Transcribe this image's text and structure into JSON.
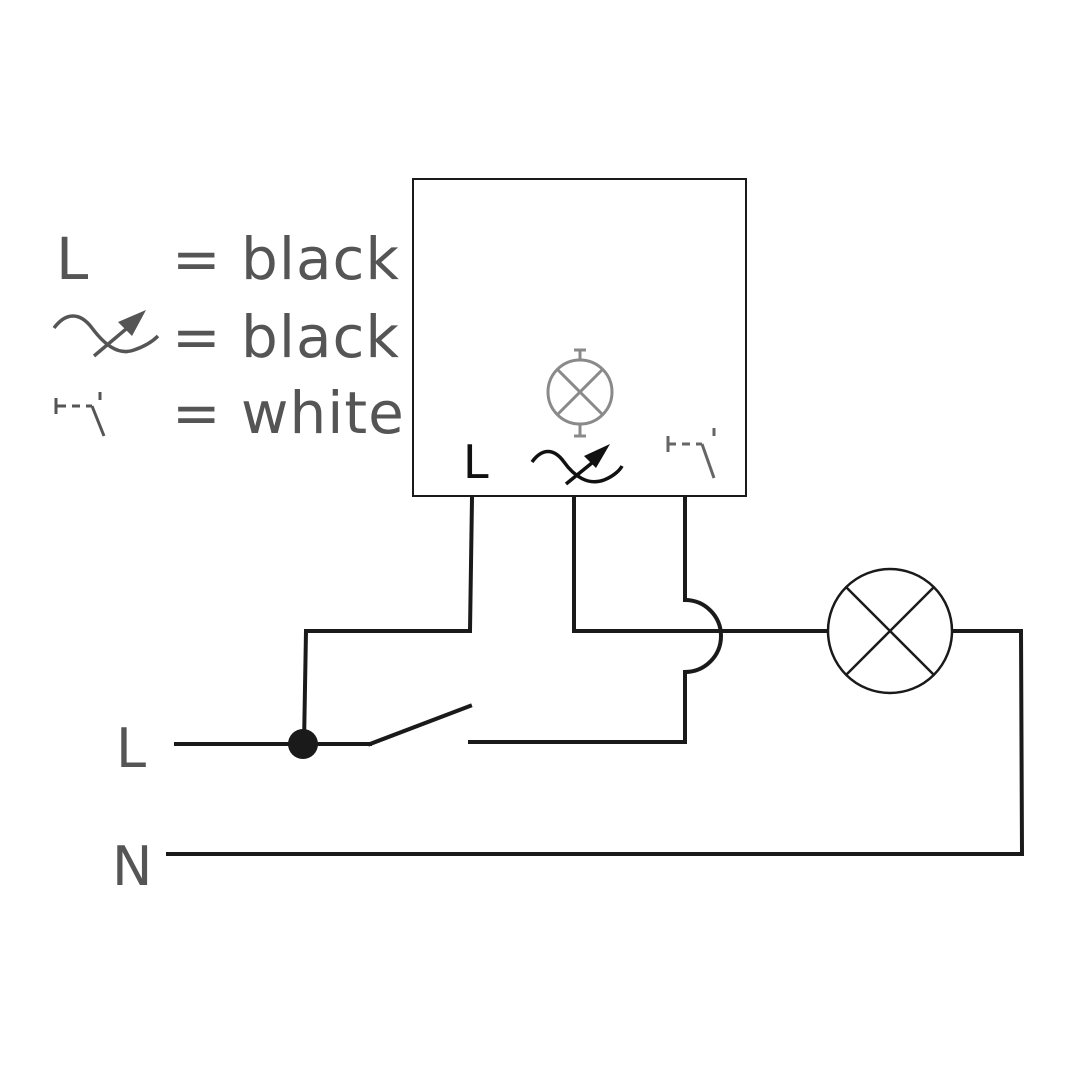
{
  "legend": {
    "rows": [
      {
        "symbol": "L",
        "icon": "line-letter",
        "value": "= black"
      },
      {
        "symbol": "",
        "icon": "dimmer-control-icon",
        "value": "= black"
      },
      {
        "symbol": "",
        "icon": "pushbutton-icon",
        "value": "= white"
      }
    ]
  },
  "device": {
    "terminals": [
      {
        "label": "L",
        "icon": "line-letter"
      },
      {
        "label": "",
        "icon": "dimmer-control-icon"
      },
      {
        "label": "",
        "icon": "pushbutton-icon"
      }
    ],
    "indicator_icon": "lamp-icon"
  },
  "supply": {
    "line_label": "L",
    "neutral_label": "N"
  },
  "load_icon": "lamp-icon",
  "colors": {
    "wire": "#1a1a1a",
    "text": "#555555",
    "indicator": "#8a8a8a"
  }
}
